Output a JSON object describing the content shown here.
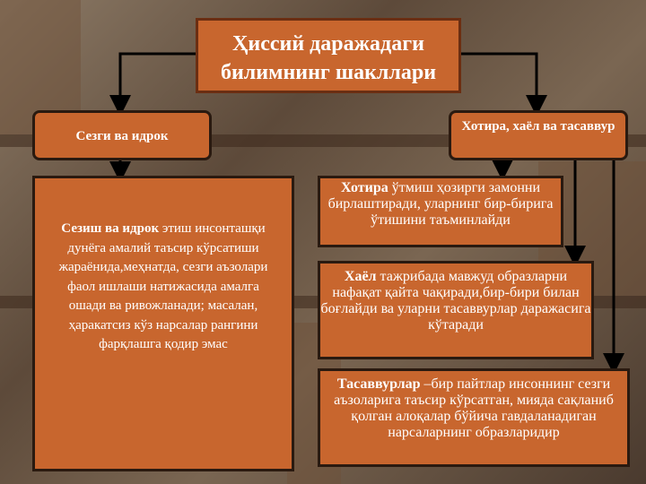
{
  "title": "Ҳиссий даражадаги билимнинг шакллари",
  "left_box": "Сезги ва идрок",
  "right_box": "Хотира, хаёл ва тасаввур",
  "panel": {
    "term": "Сезиш ва идрок",
    "text": " этиш инсонташқи дунёга амалий таъсир кўрсатиши жараёнида,меҳнатда, сезги аъзолари фаол ишлаши натижасида амалга ошади ва ривожланади; масалан, ҳаракатсиз кўз нарсалар рангини фарқлашга қодир эмас"
  },
  "memory": {
    "term": "Хотира",
    "text": " ўтмиш ҳозирги замонни бирлаштиради, уларнинг бир-бирига ўтишини таъминлайди"
  },
  "imagination": {
    "term": "Хаёл",
    "text": " тажрибада мавжуд образларни нафақат қайта чақиради,бир-бири билан боғлайди ва уларни тасаввурлар даражасига кўтаради"
  },
  "representation": {
    "term": "Тасаввурлар",
    "text": " –бир пайтлар инсоннинг сезги аъзоларига таъсир кўрсатган, мияда сақланиб қолган алоқалар бўйича гавдаланадиган нарсаларнинг образларидир"
  },
  "colors": {
    "box": "#c8662e",
    "border": "#2a1a10",
    "arrow": "#000000"
  }
}
